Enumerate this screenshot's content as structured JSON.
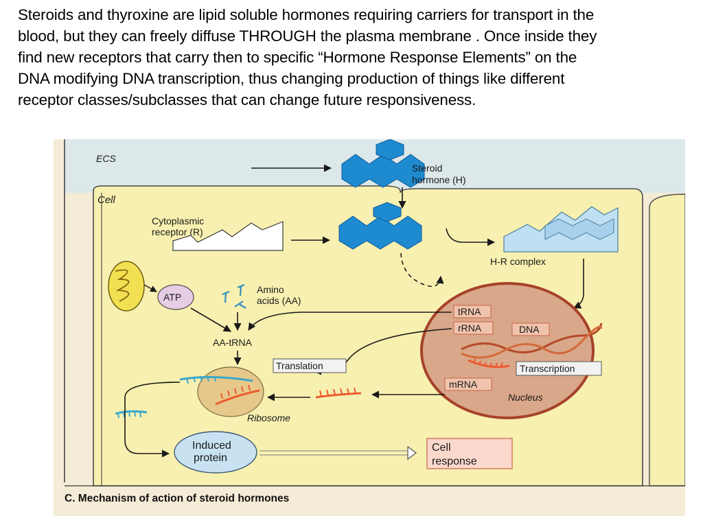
{
  "caption": {
    "lines": [
      "Steroids and thyroxine are lipid soluble hormones requiring carriers for transport in the",
      "blood, but they can freely diffuse THROUGH the plasma membrane . Once inside they",
      "find new receptors that carry then to specific “Hormone Response Elements” on the",
      "DNA modifying DNA transcription, thus changing production of things like different",
      "receptor classes/subclasses that can change future responsiveness."
    ]
  },
  "diagram": {
    "ecs_label": "ECS",
    "cell_label": "Cell",
    "steroid_label_1": "Steroid",
    "steroid_label_2": "hormone (H)",
    "receptor_label_1": "Cytoplasmic",
    "receptor_label_2": "receptor (R)",
    "hr_complex_label": "H-R complex",
    "atp_label": "ATP",
    "amino_label_1": "Amino",
    "amino_label_2": "acids (AA)",
    "aa_trna_label": "AA-tRNA",
    "translation_label": "Translation",
    "trna_label": "tRNA",
    "rrna_label": "rRNA",
    "dna_label": "DNA",
    "transcription_label": "Transcription",
    "mrna_label": "mRNA",
    "nucleus_label": "Nucleus",
    "ribosome_label": "Ribosome",
    "induced_protein_1": "Induced",
    "induced_protein_2": "protein",
    "cell_response_1": "Cell",
    "cell_response_2": "response",
    "figure_caption": "C. Mechanism of action of steroid hormones"
  },
  "colors": {
    "ecs_bg": "#dce8ea",
    "cell_bg": "#f8f0b0",
    "frame_bg": "#f4ecd6",
    "hormone": "#1e8ad0",
    "receptor_fill": "#bfe0f2",
    "nucleus_fill": "#d9a789",
    "nucleus_border": "#a6422a",
    "rna": "#ec5a2e",
    "trna": "#3aa8cc",
    "ribosome": "#e6c98a",
    "atp": "#e6cce4",
    "protein": "#c8e2f2",
    "response_box": "#fbd8cc",
    "label_box_border": "#c8604a"
  }
}
